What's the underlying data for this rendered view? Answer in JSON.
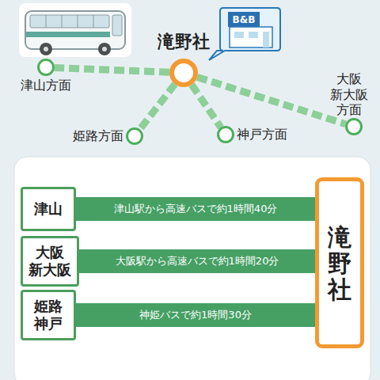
{
  "diagram": {
    "nodes": [
      {
        "text": [
          "滝野社"
        ]
      },
      {
        "text": [
          "津山方面"
        ]
      },
      {
        "text": [
          "姫路方面"
        ]
      },
      {
        "text": [
          "神戸方面"
        ]
      },
      {
        "text": [
          "大阪 新大阪 方面"
        ]
      },
      {
        "text": [
          "津山"
        ]
      },
      {
        "text": [
          "大阪 新大阪"
        ]
      },
      {
        "text": [
          "姫路 神戸"
        ]
      },
      {
        "text": [
          "滝野社"
        ]
      }
    ],
    "edges": [
      {
        "from": 0,
        "to": 1,
        "arrow": "none"
      },
      {
        "from": 0,
        "to": 2,
        "arrow": "none"
      },
      {
        "from": 0,
        "to": 3,
        "arrow": "none"
      },
      {
        "from": 0,
        "to": 4,
        "arrow": "none"
      },
      {
        "from": 5,
        "to": 8,
        "label": "津山駅から高速バスで約1時間40分",
        "arrow": "none"
      },
      {
        "from": 6,
        "to": 8,
        "label": "大阪駅から高速バスで約1時間20分",
        "arrow": "none"
      },
      {
        "from": 7,
        "to": 8,
        "label": "神姫バスで約1時間30分",
        "arrow": "none"
      }
    ],
    "labels": [
      "B&B"
    ]
  }
}
